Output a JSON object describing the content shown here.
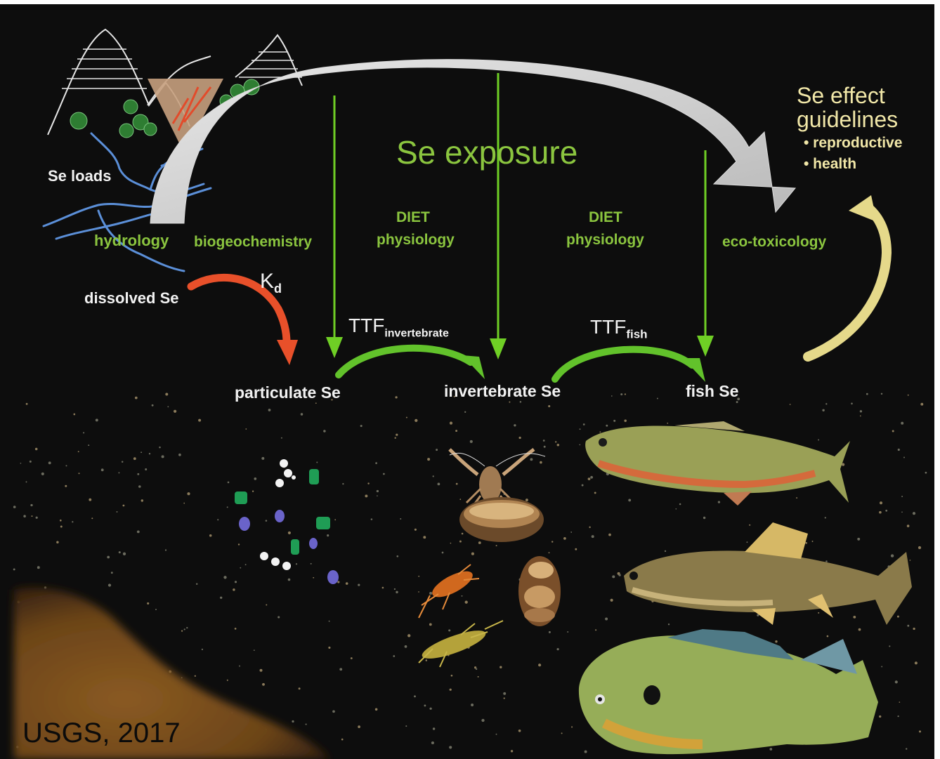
{
  "diagram": {
    "title": "Se exposure",
    "process_labels": {
      "hydrology": "hydrology",
      "biogeochemistry": "biogeochemistry",
      "diet_physiology_1_a": "DIET",
      "diet_physiology_1_b": "physiology",
      "diet_physiology_2_a": "DIET",
      "diet_physiology_2_b": "physiology",
      "ecotoxicology": "eco-toxicology"
    },
    "inputs": {
      "se_loads": "Se loads",
      "dissolved_se": "dissolved Se"
    },
    "transfer": {
      "kd_main": "K",
      "kd_sub": "d",
      "ttf_inv_main": "TTF",
      "ttf_inv_sub": "invertebrate",
      "ttf_fish_main": "TTF",
      "ttf_fish_sub": "fish"
    },
    "compartments": {
      "particulate": "particulate Se",
      "invertebrate": "invertebrate Se",
      "fish": "fish Se"
    },
    "guidelines": {
      "title_line1": "Se effect",
      "title_line2": "guidelines",
      "bullet1": "• reproductive",
      "bullet2": "• health"
    }
  },
  "credit": "USGS, 2017",
  "colors": {
    "background": "#0d0d0d",
    "process_green": "#8bc53f",
    "arrow_green": "#6fcf25",
    "kd_arrow": "#e8502a",
    "guideline_text": "#f1e7a8",
    "sediment": "#7a4d1c"
  }
}
